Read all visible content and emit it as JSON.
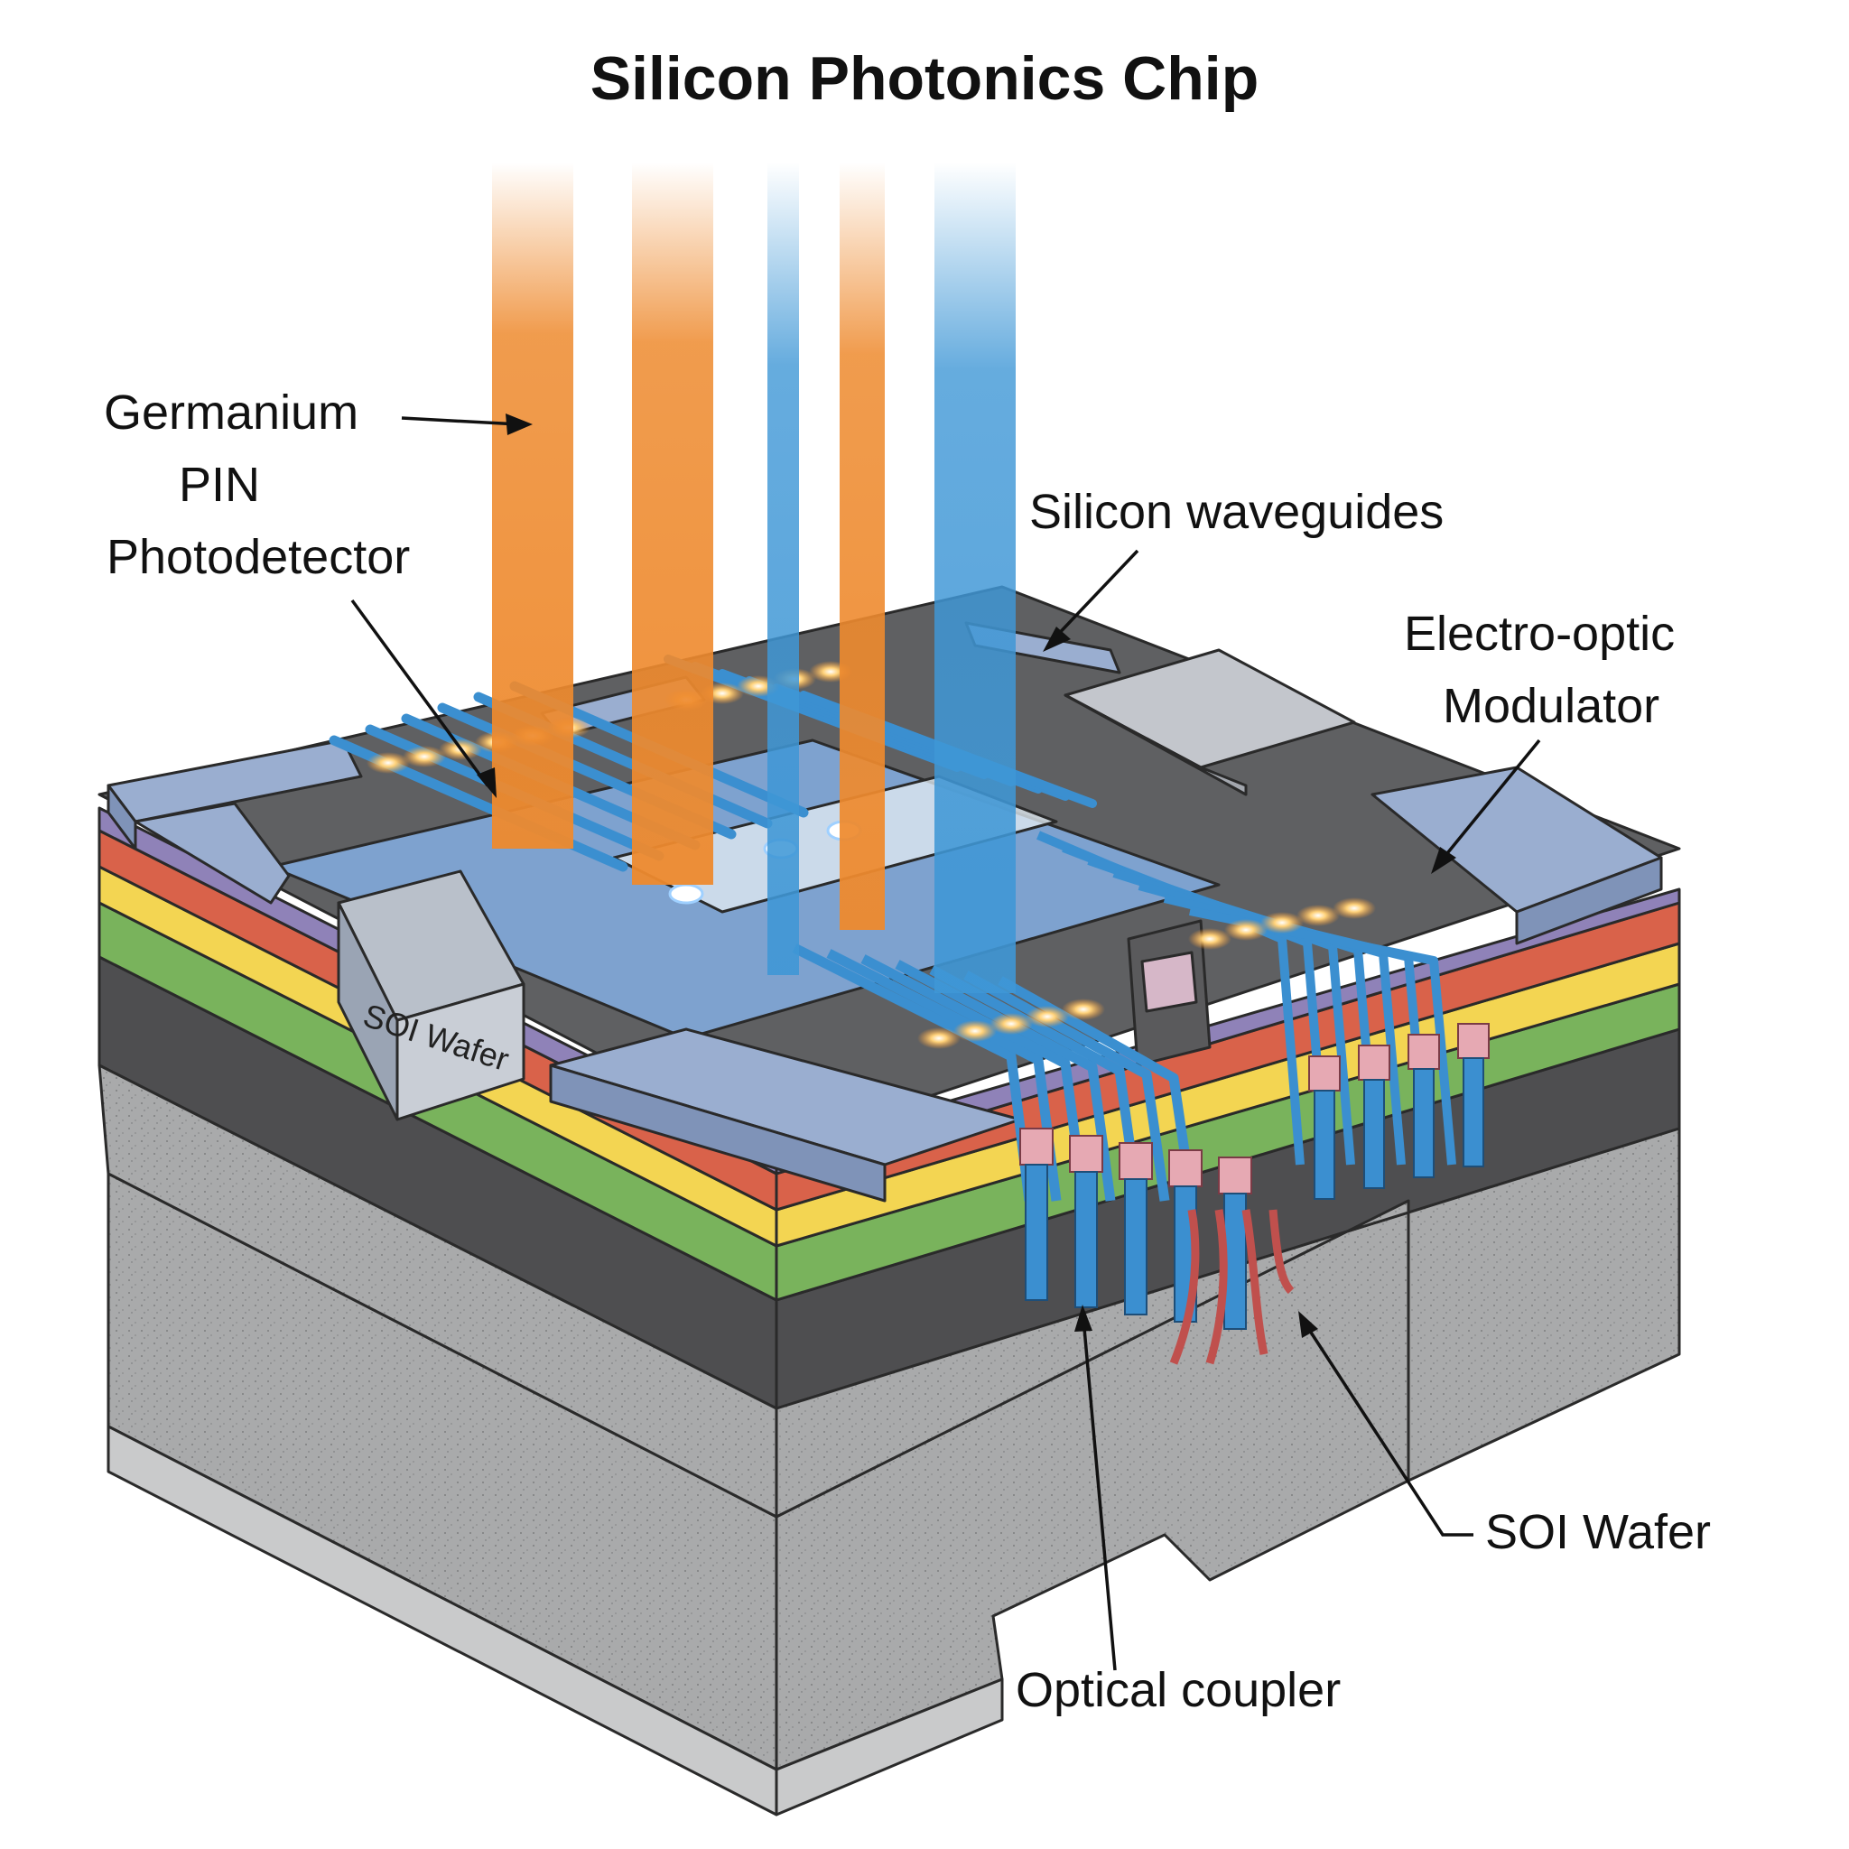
{
  "title": "Silicon Photonics Chip",
  "labels": {
    "germanium_line1": "Germanium",
    "germanium_line2": "PIN",
    "germanium_line3": "Photodetector",
    "waveguides": "Silicon waveguides",
    "modulator_line1": "Electro-optic",
    "modulator_line2": "Modulator",
    "soi_wafer": "SOI Wafer",
    "optical_coupler": "Optical coupler",
    "soi_wafer_block": "SOI Wafer"
  },
  "colors": {
    "orange_beam": "#ee8a2e",
    "blue_beam": "#3f97d6",
    "waveguide": "#3b8fd0",
    "layer_purple": "#8f82b8",
    "layer_red": "#d9624a",
    "layer_yellow": "#f3d552",
    "layer_green": "#79b35c",
    "layer_dark": "#4e4e50",
    "substrate": "#a9aaab",
    "top_frame": "#9aaed0",
    "top_surface": "#5f6062",
    "glow": "#ffb347"
  }
}
